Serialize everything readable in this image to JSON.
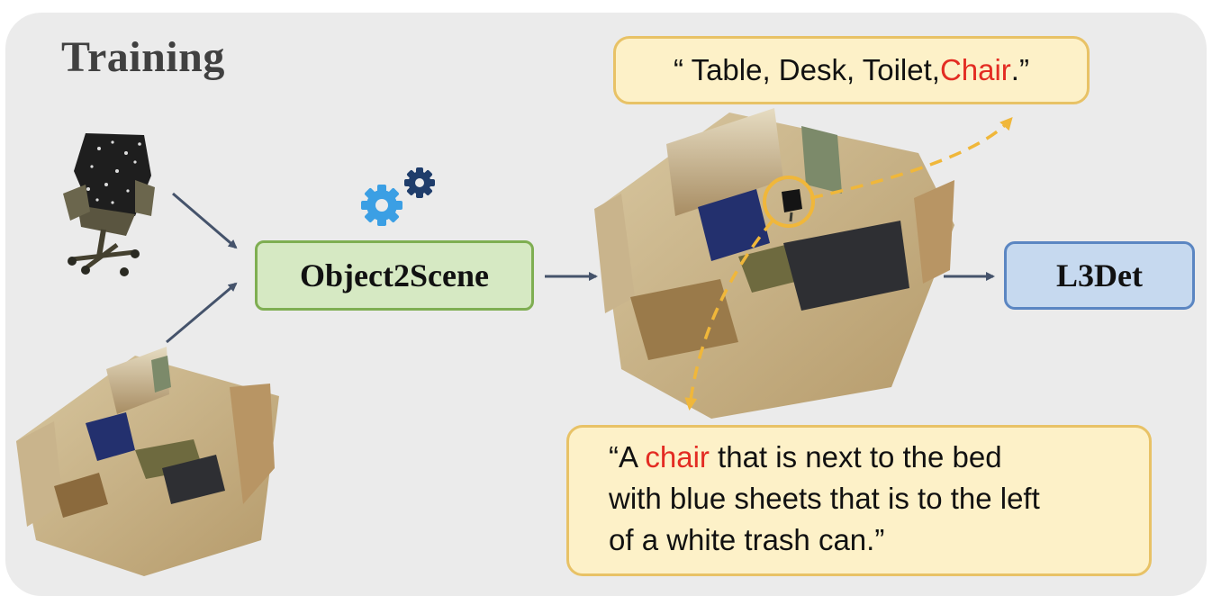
{
  "title": "Training",
  "nodes": {
    "object2scene": "Object2Scene",
    "l3det": "L3Det"
  },
  "callouts": {
    "categories": {
      "prefix": "“ Table, Desk, Toilet, ",
      "highlight": "Chair",
      "suffix": ".”"
    },
    "description": {
      "line1_prefix": "“A ",
      "line1_highlight": "chair",
      "line1_suffix": " that is next to the bed",
      "line2": "with blue sheets that is to the left",
      "line3": "of a white trash can.”"
    }
  },
  "icons": {
    "gears": "gears-icon",
    "chair": "chair-point-cloud",
    "scene_input": "room-scene-point-cloud",
    "scene_output": "augmented-room-scene-point-cloud"
  },
  "colors": {
    "arrow": "#45536b",
    "dashed_arrow": "#f0b73a",
    "highlight": "#e32c23",
    "object2scene_fill": "#d6e9c3",
    "l3det_fill": "#c6d9ef",
    "callout_fill": "#fdf1c8"
  }
}
